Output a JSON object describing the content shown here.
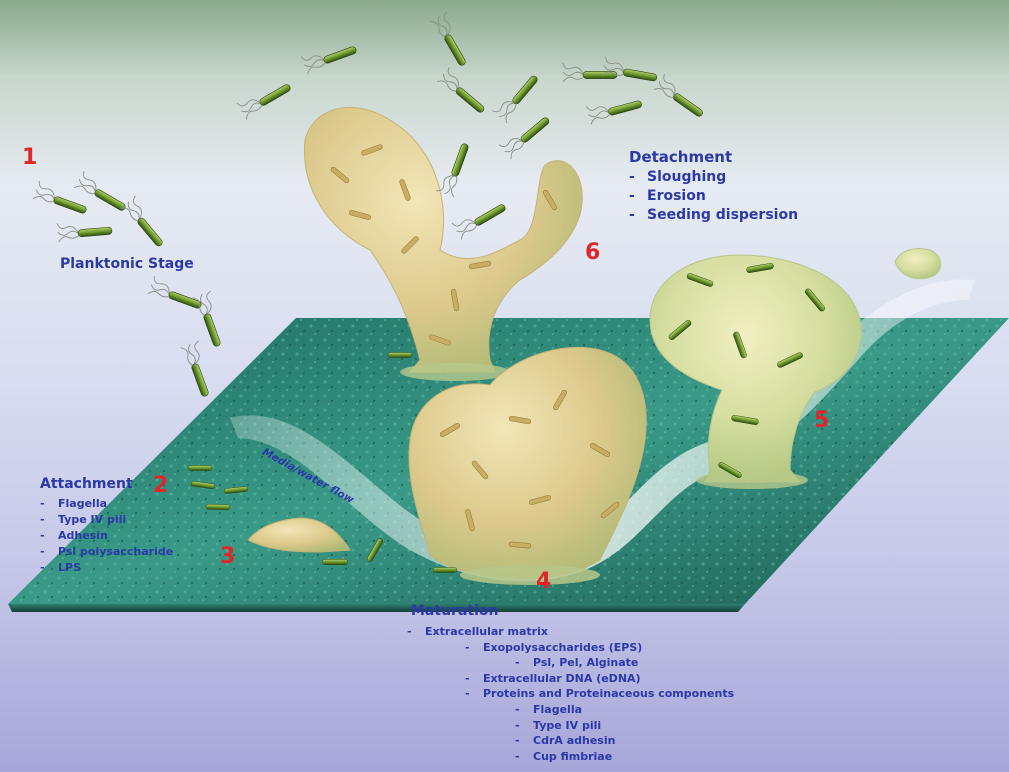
{
  "steps": [
    "1",
    "2",
    "3",
    "4",
    "5",
    "6"
  ],
  "planktonic": {
    "title": "Planktonic Stage"
  },
  "detachment": {
    "title": "Detachment",
    "items": [
      "Sloughing",
      "Erosion",
      "Seeding dispersion"
    ]
  },
  "attachment": {
    "title": "Attachment",
    "items": [
      "Flagella",
      "Type IV pili",
      "Adhesin",
      "Psl polysaccharide",
      "LPS"
    ]
  },
  "flow_label": "Media/water flow",
  "maturation": {
    "title": "Maturation",
    "items": [
      {
        "text": "Extracellular matrix",
        "level": 0
      },
      {
        "text": "Exopolysaccharides (EPS)",
        "level": 1
      },
      {
        "text": "Psl, Pel, Alginate",
        "level": 2
      },
      {
        "text": "Extracellular DNA (eDNA)",
        "level": 1
      },
      {
        "text": "Proteins and Proteinaceous components",
        "level": 1
      },
      {
        "text": "Flagella",
        "level": 2
      },
      {
        "text": "Type IV pili",
        "level": 2
      },
      {
        "text": "CdrA adhesin",
        "level": 2
      },
      {
        "text": "Cup fimbriae",
        "level": 2
      }
    ]
  },
  "colors": {
    "label_text": "#2b38a8",
    "step_number": "#e0262a",
    "surface": "#2e8a7a",
    "bacterium": "#6e9a2c",
    "biofilm": "#d9c98a"
  }
}
